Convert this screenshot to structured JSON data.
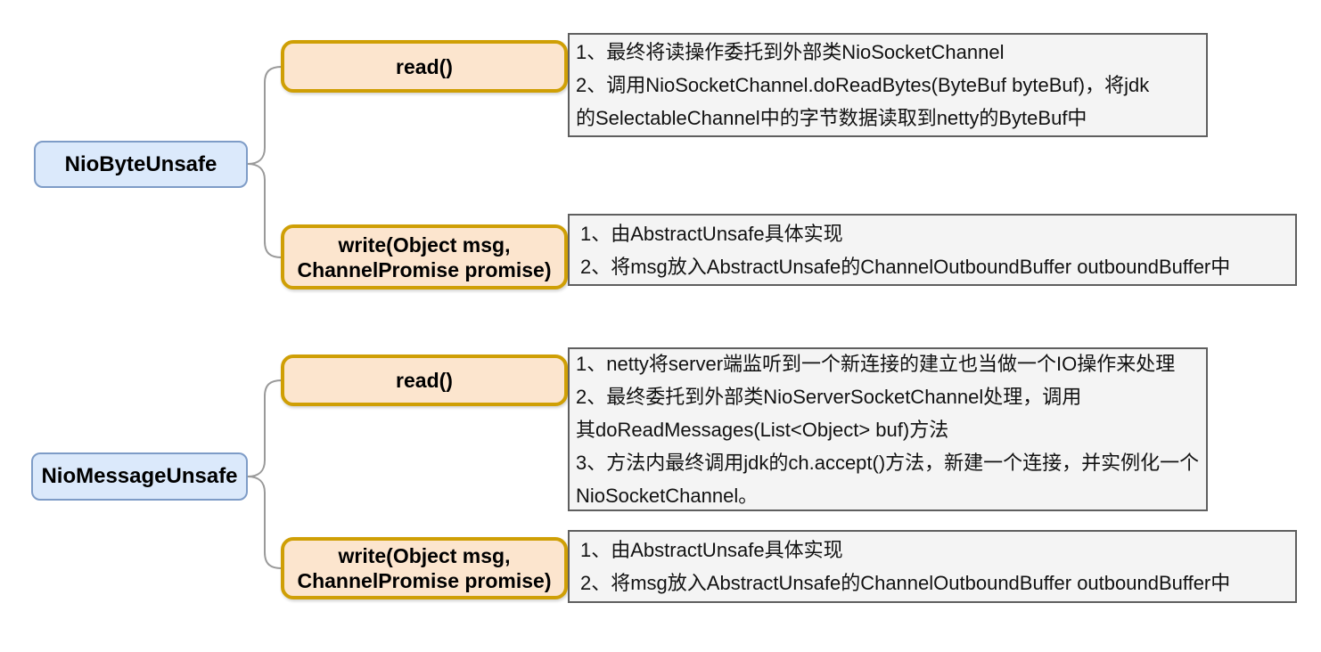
{
  "mindmap": {
    "colors": {
      "root_fill": "#dbe9fb",
      "root_border": "#7e9cc7",
      "method_fill": "#fce5ce",
      "method_border": "#cf9f05",
      "note_fill": "#f4f4f4",
      "note_border": "#5f5f5f",
      "connector": "#9a9a9a",
      "text": "#000000"
    },
    "branches": [
      {
        "root": "NioByteUnsafe",
        "children": [
          {
            "method": "read()",
            "note": "1、最终将读操作委托到外部类NioSocketChannel\n2、调用NioSocketChannel.doReadBytes(ByteBuf byteBuf)，将jdk\n的SelectableChannel中的字节数据读取到netty的ByteBuf中"
          },
          {
            "method": "write(Object msg,\nChannelPromise promise)",
            "note": "1、由AbstractUnsafe具体实现\n2、将msg放入AbstractUnsafe的ChannelOutboundBuffer outboundBuffer中"
          }
        ]
      },
      {
        "root": "NioMessageUnsafe",
        "children": [
          {
            "method": "read()",
            "note": "1、netty将server端监听到一个新连接的建立也当做一个IO操作来处理\n2、最终委托到外部类NioServerSocketChannel处理，调用\n其doReadMessages(List<Object> buf)方法\n3、方法内最终调用jdk的ch.accept()方法，新建一个连接，并实例化一个\nNioSocketChannel。"
          },
          {
            "method": "write(Object msg,\nChannelPromise promise)",
            "note": "1、由AbstractUnsafe具体实现\n2、将msg放入AbstractUnsafe的ChannelOutboundBuffer outboundBuffer中"
          }
        ]
      }
    ]
  }
}
